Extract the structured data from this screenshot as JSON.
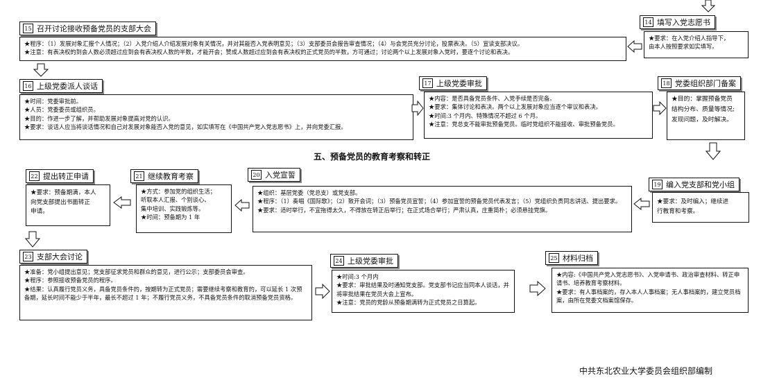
{
  "section_heading": "五、预备党员的教育考察和转正",
  "footer": "中共东北农业大学委员会组织部编制",
  "steps": {
    "s14": {
      "num": "14",
      "title": "填写入党志愿书",
      "lines": [
        "★要求：在入党介绍人指导下，",
        "由本人按照要求如实填写。"
      ]
    },
    "s15": {
      "num": "15",
      "title": "召开讨论接收预备党员的支部大会",
      "lines": [
        "★程序：（1）发展对象汇报个人情况；（2）入党介绍人介绍发展对象有关情况，并对其能否入党表明意见；（3）支部委员会报告审查情况；（4）与会党员充分讨论，投票表决。（5）宣读支部决议。",
        "★注意：有表决权的到会人数必须超过应到会有表决权人数的半数，才能开会；赞成人数超过应到会有表决权的正式党员的半数，方可通过；讨论两个以上发展对象入党时，要逐个讨论和表决。"
      ]
    },
    "s16": {
      "num": "16",
      "title": "上级党委派人谈话",
      "lines": [
        "★时间：党委审批前。",
        "★人员：党委委员或组织员。",
        "★目的：作进一步了解，并帮助发展对象提高对党的认识。",
        "★要求：谈话人应当将谈话情况和自己对发展对象能否入党的意见，如实填写在《中国共产党入党志愿书》上，并向党委汇报。"
      ]
    },
    "s17": {
      "num": "17",
      "title": "上级党委审批",
      "lines": [
        "★内容：是否具备党员条件、入党手续是否完备。",
        "★要求：集体讨论和表决。两个以上发展对象应当逐个审议和表决。",
        "★时间:3 个月内、特殊情况不超过 6 个月。",
        "★注意：党总支不能审批预备党员。临时党组织不能接收、审批预备党员。"
      ]
    },
    "s18": {
      "num": "18",
      "title": "党委组织部门备案",
      "lines": [
        "★目的：掌握预备党员",
        "结构分布、质量等情况;",
        "发现问题，及时解决。"
      ]
    },
    "s19": {
      "num": "19",
      "title": "编入党支部和党小组",
      "lines": [
        "★要求：及时编入；继续进",
        "行教育和考察。"
      ]
    },
    "s20": {
      "num": "20",
      "title": "入党宣誓",
      "lines": [
        "★组织：基层党委（党总支）或党支部。",
        "★程序：（1）奏唱《国际歌》；（2）致开会词；（3）预备党员宣誓；（4）参加宣誓的预备党员代表发言；（5）党组织负责同志讲话、提出要求。",
        "★要求：适时举行，不宜拖得太久，不得放在转正后举行；在正式场合举行；严肃认真，庄重简朴；必须悬挂党旗。"
      ]
    },
    "s21": {
      "num": "21",
      "title": "继续教育考察",
      "lines": [
        "★方式：参加党的组织生活；",
        "听取本人汇报、个别谈心、",
        "集中培训、实践锻炼等。",
        "★时间：预备期为 1 年"
      ]
    },
    "s22": {
      "num": "22",
      "title": "提出转正申请",
      "lines": [
        "★要求：预备期满，本人",
        "向党支部提出书面转正",
        "申请。"
      ]
    },
    "s23": {
      "num": "23",
      "title": "支部大会讨论",
      "lines": [
        "★准备：党小组提出意见；党支部征求党员和群众的意见，进行公示；支部委员会审查。",
        "★程序：参照接收预备党员的程序。",
        "★结果：认真履行党员义务，具备党员条件的，按期转为正式党员；需要继续考察和教育的，可以延长 1 次预备期，延长时间不能少于半年，最长不超过 1 年；不履行党员义务，不具备党员条件的取消预备党员资格。"
      ]
    },
    "s24": {
      "num": "24",
      "title": "上级党委审批",
      "lines": [
        "★时间:3 个月内",
        "★要求：审批结果及时通知党支部。党支部书记应当同本人谈话，并将审批结果在党员大会上宣布。",
        "★注意：党员的党龄从预备期满转为正式党员之日算起。"
      ]
    },
    "s25": {
      "num": "25",
      "title": "材料归档",
      "lines": [
        "★内容:《中国共产党入党志愿书》、入党申请书、政治审查材料、转正申请书、培养教育考察材料。",
        "★要求：有人事档案的，存入本人人事档案；无人事档案的，建立党员档案，由所在党委文档案馆保存。"
      ]
    }
  }
}
